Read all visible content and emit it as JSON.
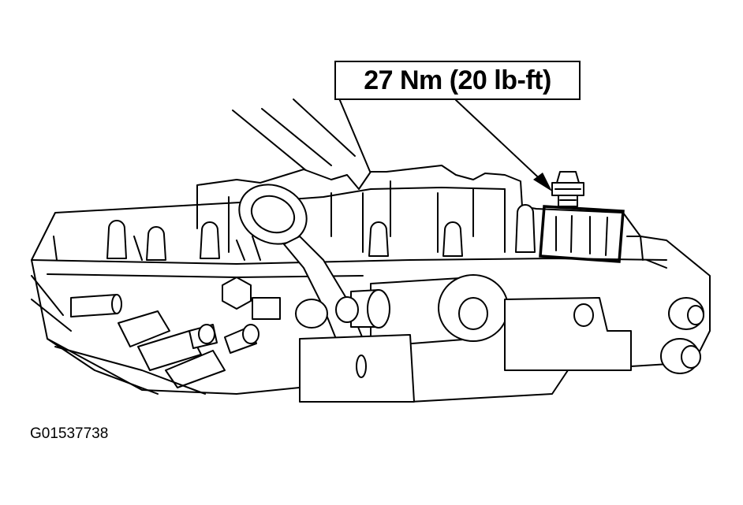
{
  "callout": {
    "torque_label": "27 Nm (20 lb-ft)"
  },
  "figure": {
    "id": "G01537738"
  },
  "illustration": {
    "subject": "engine cylinder head with highlighted bracket and bolt",
    "highlighted_part": "bracket-bolt"
  }
}
